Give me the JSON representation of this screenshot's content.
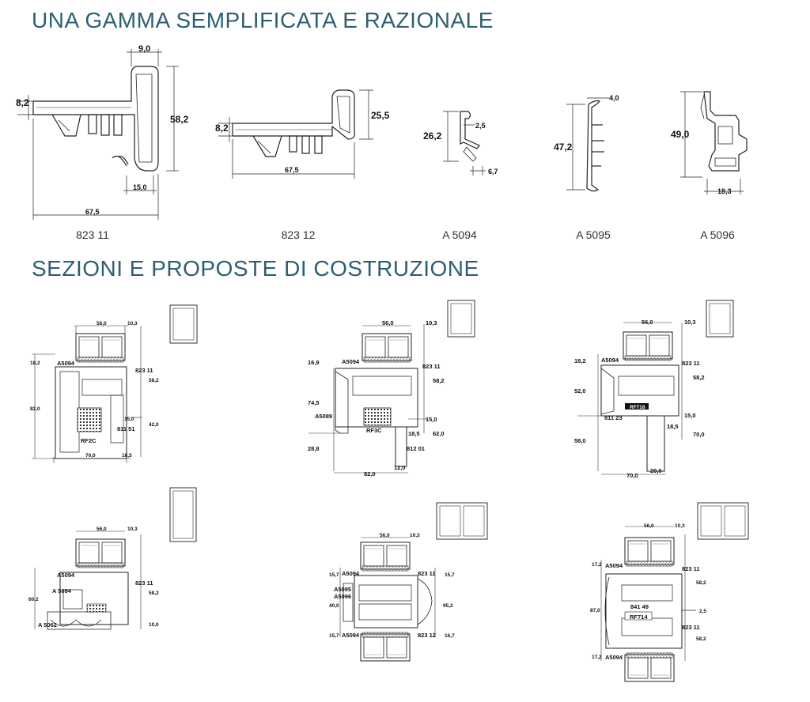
{
  "section1": {
    "title": "UNA GAMMA SEMPLIFICATA E RAZIONALE",
    "profiles": [
      {
        "code": "823 11",
        "dims": [
          "9,0",
          "8,2",
          "58,2",
          "15,0",
          "67,5"
        ]
      },
      {
        "code": "823 12",
        "dims": [
          "8,2",
          "25,5",
          "67,5"
        ]
      },
      {
        "code": "A 5094",
        "dims": [
          "26,2",
          "2,5",
          "6,7"
        ]
      },
      {
        "code": "A 5095",
        "dims": [
          "4,0",
          "47,2"
        ]
      },
      {
        "code": "A 5096",
        "dims": [
          "49,0",
          "18,3"
        ]
      }
    ]
  },
  "section2": {
    "title": "SEZIONI E PROPOSTE DI COSTRUZIONE",
    "sections": [
      {
        "labels": [
          "56,0",
          "10,3",
          "18,2",
          "A5094",
          "823 11",
          "58,2",
          "82,0",
          "15,0",
          "42,0",
          "811 51",
          "RF2C",
          "70,0",
          "18,5"
        ]
      },
      {
        "labels": [
          "56,0",
          "10,3",
          "16,9",
          "A5094",
          "823 11",
          "58,2",
          "74,5",
          "A5089",
          "15,0",
          "RF3C",
          "18,5",
          "62,0",
          "28,8",
          "812 01",
          "12,0",
          "82,0"
        ]
      },
      {
        "labels": [
          "56,0",
          "10,3",
          "18,2",
          "A5094",
          "823 11",
          "58,2",
          "52,0",
          "RF718",
          "811 23",
          "15,0",
          "18,5",
          "70,0",
          "58,0",
          "20,0",
          "70,0"
        ]
      },
      {
        "labels": [
          "56,0",
          "10,3",
          "A5094",
          "823 11",
          "A 5084",
          "60,2",
          "58,2",
          "A 5062",
          "10,0"
        ]
      },
      {
        "labels": [
          "56,0",
          "10,3",
          "15,7",
          "A5094",
          "823 11",
          "15,7",
          "A5095",
          "A5096",
          "40,0",
          "95,2",
          "15,7",
          "A5094",
          "823 12",
          "16,7"
        ]
      },
      {
        "labels": [
          "56,0",
          "10,3",
          "17,2",
          "A5094",
          "823 11",
          "58,2",
          "87,0",
          "841 49",
          "RF714",
          "2,5",
          "823 11",
          "58,2",
          "17,2",
          "A5094"
        ]
      }
    ]
  }
}
